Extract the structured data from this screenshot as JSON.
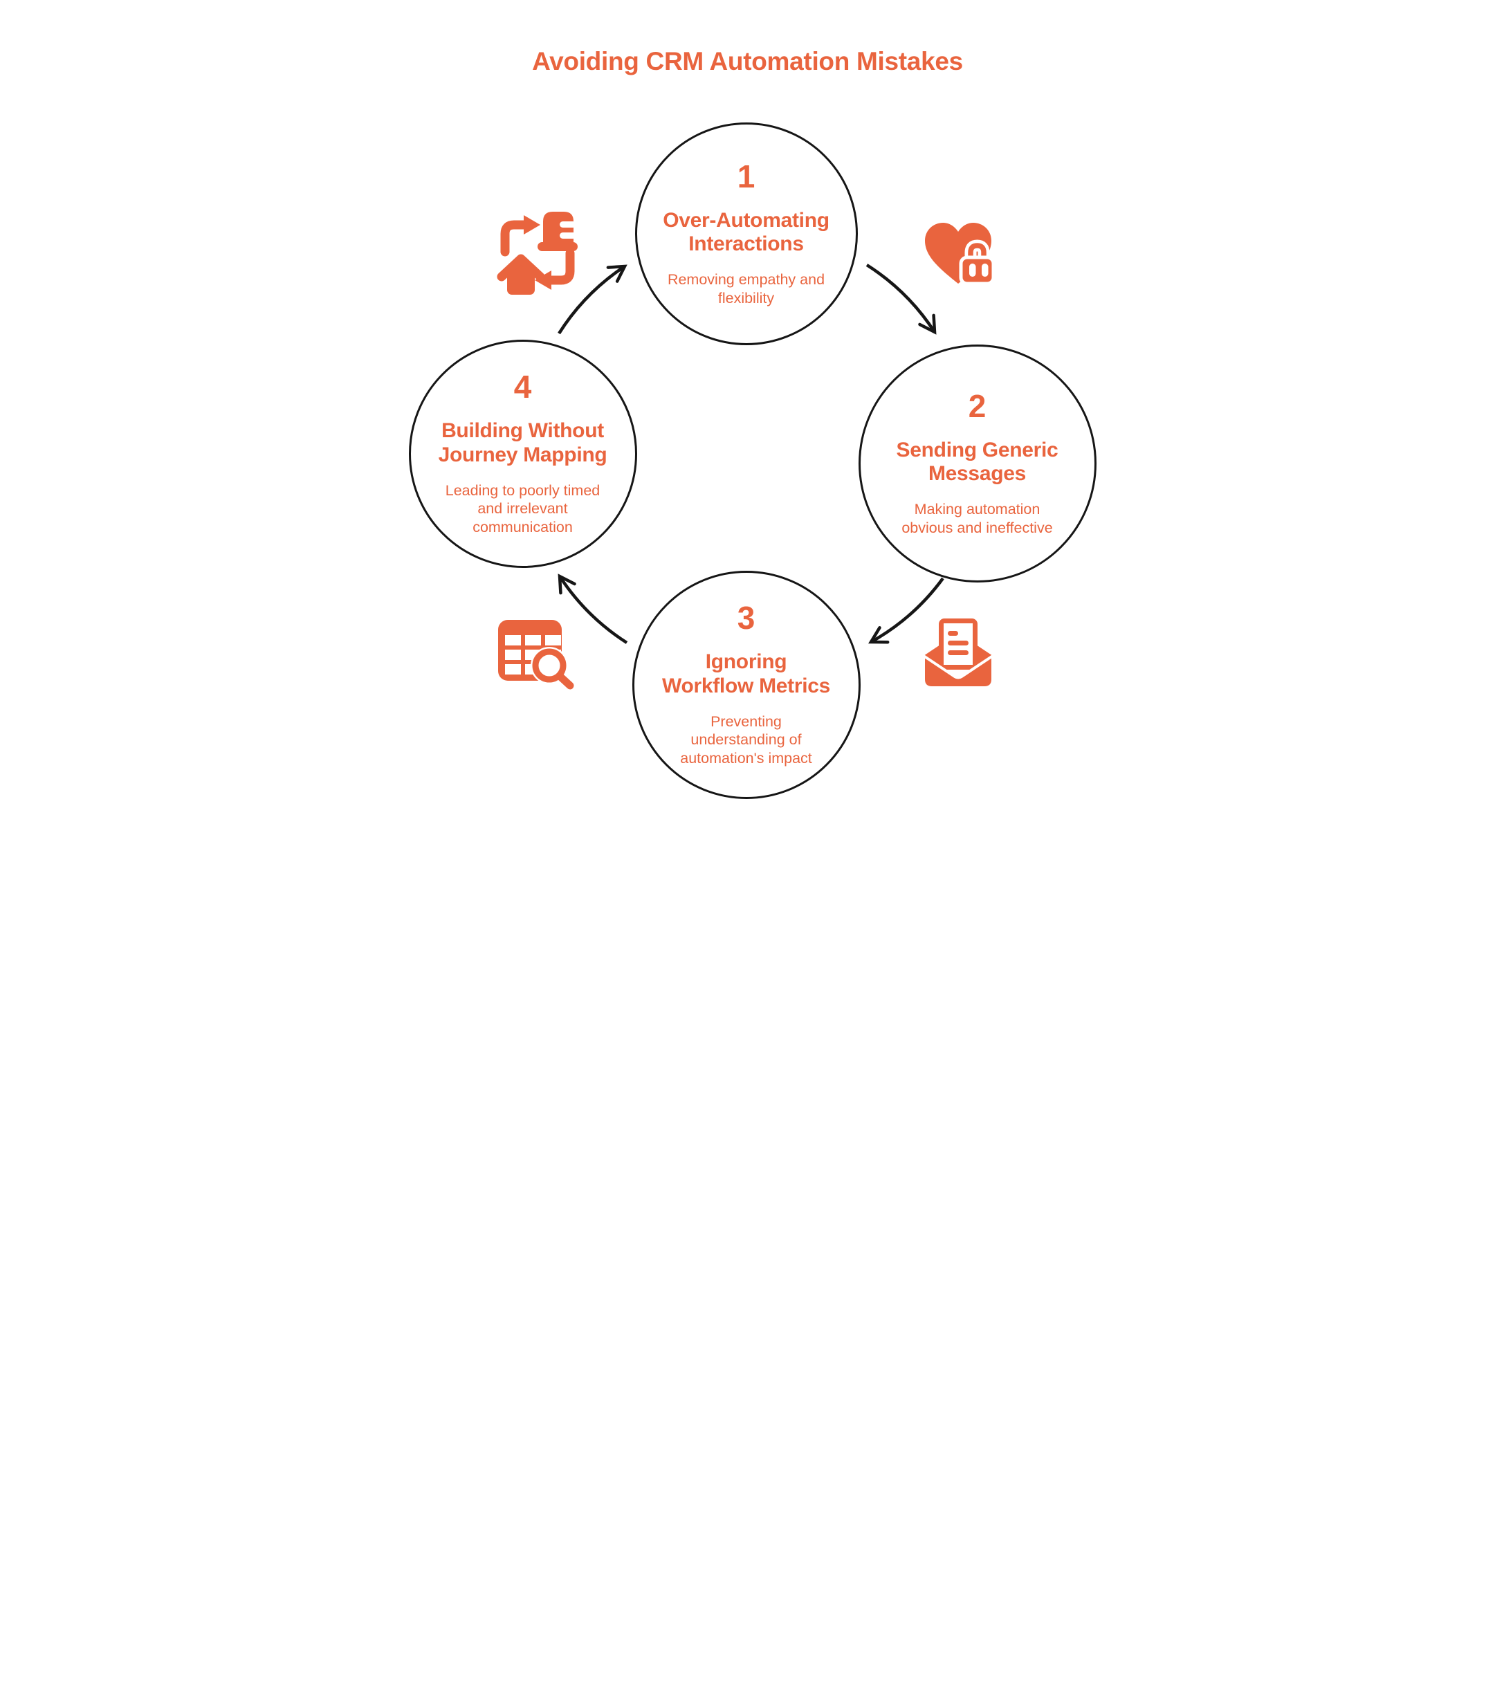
{
  "title": "Avoiding CRM Automation Mistakes",
  "colors": {
    "accent": "#E9643E",
    "line": "#161616",
    "background": "#FFFFFF"
  },
  "steps": [
    {
      "number": "1",
      "title_lines": [
        "Over-Automating",
        "Interactions"
      ],
      "description_lines": [
        "Removing empathy and",
        "flexibility"
      ]
    },
    {
      "number": "2",
      "title_lines": [
        "Sending Generic",
        "Messages"
      ],
      "description_lines": [
        "Making automation",
        "obvious and ineffective"
      ]
    },
    {
      "number": "3",
      "title_lines": [
        "Ignoring",
        "Workflow Metrics"
      ],
      "description_lines": [
        "Preventing",
        "understanding of",
        "automation's impact"
      ]
    },
    {
      "number": "4",
      "title_lines": [
        "Building Without",
        "Journey Mapping"
      ],
      "description_lines": [
        "Leading to poorly timed",
        "and irrelevant",
        "communication"
      ]
    }
  ],
  "icons": [
    {
      "name": "home-office-sync-icon",
      "position": "top-left"
    },
    {
      "name": "heart-lock-icon",
      "position": "top-right"
    },
    {
      "name": "inbox-document-icon",
      "position": "bottom-right"
    },
    {
      "name": "table-search-icon",
      "position": "bottom-left"
    }
  ],
  "flow": {
    "direction": "clockwise",
    "arrows": [
      "1 to 2",
      "2 to 3",
      "3 to 4",
      "4 to 1"
    ]
  }
}
